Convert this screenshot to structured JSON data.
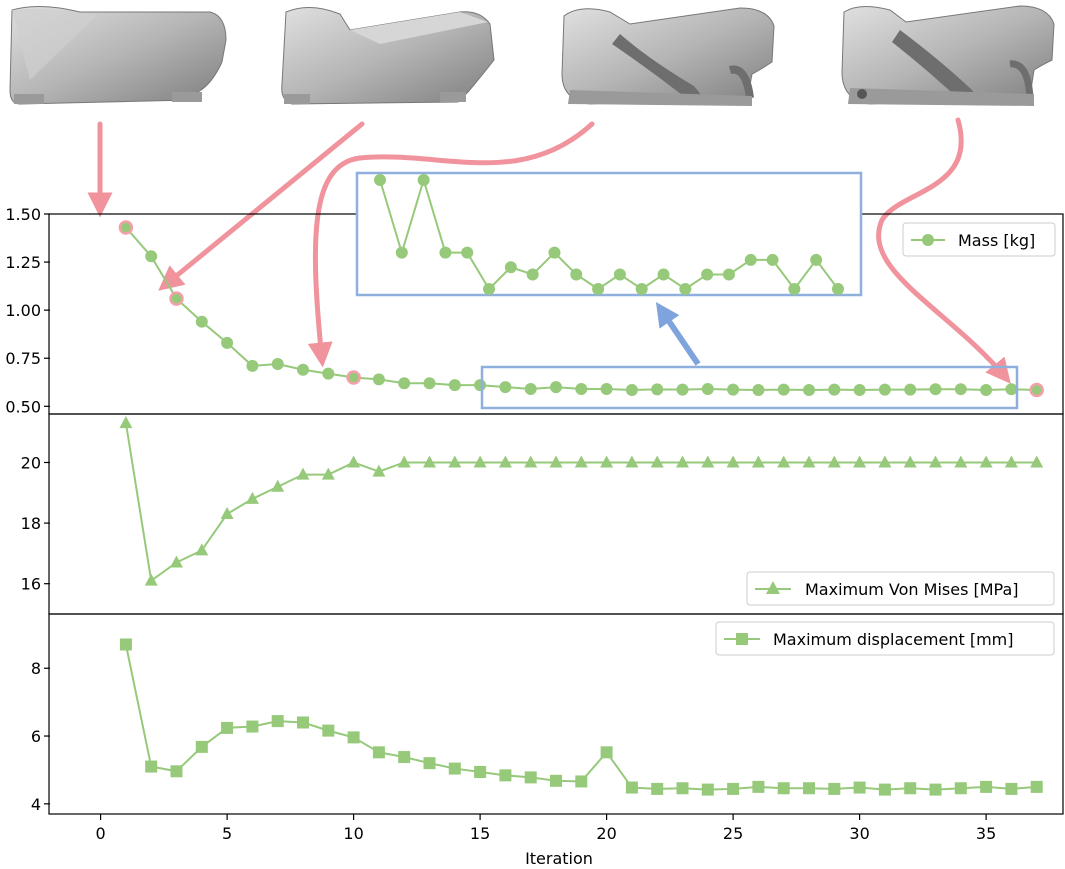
{
  "colors": {
    "series": "#96c97a",
    "highlight": "#f4a0a8",
    "arrow_red": "#f0939c",
    "zoom_box": "#8fb0dc",
    "zoom_arrow": "#7fa3dc",
    "axis": "#000000",
    "shape_fill": "#bdbdbd",
    "shape_shade": "#8a8a8a"
  },
  "icons": [
    "part-shape-initial",
    "part-shape-iter3",
    "part-shape-iter10",
    "part-shape-final"
  ],
  "chart_data": [
    {
      "type": "line",
      "marker": "circle",
      "xlim": [
        -2,
        38
      ],
      "ylim": [
        0.46,
        1.5
      ],
      "yticks": [
        "0.50",
        "0.75",
        "1.00",
        "1.25",
        "1.50"
      ],
      "ytick_values": [
        0.5,
        0.75,
        1.0,
        1.25,
        1.5
      ],
      "legend": "top-right",
      "series": [
        {
          "name": "Mass [kg]",
          "x": [
            1,
            2,
            3,
            4,
            5,
            6,
            7,
            8,
            9,
            10,
            11,
            12,
            13,
            14,
            15,
            16,
            17,
            18,
            19,
            20,
            21,
            22,
            23,
            24,
            25,
            26,
            27,
            28,
            29,
            30,
            31,
            32,
            33,
            34,
            35,
            36,
            37
          ],
          "values": [
            1.43,
            1.28,
            1.06,
            0.94,
            0.83,
            0.71,
            0.72,
            0.69,
            0.67,
            0.65,
            0.64,
            0.62,
            0.62,
            0.61,
            0.61,
            0.6,
            0.59,
            0.6,
            0.59,
            0.59,
            0.585,
            0.588,
            0.587,
            0.59,
            0.587,
            0.585,
            0.587,
            0.585,
            0.587,
            0.585,
            0.587,
            0.587,
            0.589,
            0.589,
            0.585,
            0.589,
            0.585
          ]
        }
      ],
      "highlighted_x": [
        1,
        3,
        10,
        37
      ],
      "zoom_range_x": [
        16,
        37
      ]
    },
    {
      "type": "line",
      "marker": "triangle",
      "xlim": [
        -2,
        38
      ],
      "ylim": [
        15.0,
        21.6
      ],
      "yticks": [
        "16",
        "18",
        "20"
      ],
      "ytick_values": [
        16,
        18,
        20
      ],
      "legend": "bottom-right",
      "series": [
        {
          "name": "Maximum Von Mises [MPa]",
          "x": [
            1,
            2,
            3,
            4,
            5,
            6,
            7,
            8,
            9,
            10,
            11,
            12,
            13,
            14,
            15,
            16,
            17,
            18,
            19,
            20,
            21,
            22,
            23,
            24,
            25,
            26,
            27,
            28,
            29,
            30,
            31,
            32,
            33,
            34,
            35,
            36,
            37
          ],
          "values": [
            21.3,
            16.1,
            16.7,
            17.1,
            18.3,
            18.8,
            19.2,
            19.6,
            19.6,
            20.0,
            19.7,
            20.0,
            20.0,
            20.0,
            20.0,
            20.0,
            20.0,
            20.0,
            20.0,
            20.0,
            20.0,
            20.0,
            20.0,
            20.0,
            20.0,
            20.0,
            20.0,
            20.0,
            20.0,
            20.0,
            20.0,
            20.0,
            20.0,
            20.0,
            20.0,
            20.0,
            20.0
          ]
        }
      ]
    },
    {
      "type": "line",
      "marker": "square",
      "xlim": [
        -2,
        38
      ],
      "ylim": [
        3.7,
        9.6
      ],
      "yticks": [
        "4",
        "6",
        "8"
      ],
      "ytick_values": [
        4,
        6,
        8
      ],
      "xticks": [
        "0",
        "5",
        "10",
        "15",
        "20",
        "25",
        "30",
        "35"
      ],
      "xtick_values": [
        0,
        5,
        10,
        15,
        20,
        25,
        30,
        35
      ],
      "xlabel": "Iteration",
      "legend": "top-right",
      "series": [
        {
          "name": "Maximum displacement [mm]",
          "x": [
            1,
            2,
            3,
            4,
            5,
            6,
            7,
            8,
            9,
            10,
            11,
            12,
            13,
            14,
            15,
            16,
            17,
            18,
            19,
            20,
            21,
            22,
            23,
            24,
            25,
            26,
            27,
            28,
            29,
            30,
            31,
            32,
            33,
            34,
            35,
            36,
            37
          ],
          "values": [
            8.7,
            5.1,
            4.96,
            5.68,
            6.24,
            6.28,
            6.44,
            6.4,
            6.16,
            5.96,
            5.52,
            5.38,
            5.2,
            5.04,
            4.94,
            4.84,
            4.78,
            4.68,
            4.66,
            5.52,
            4.48,
            4.44,
            4.46,
            4.42,
            4.44,
            4.5,
            4.46,
            4.46,
            4.44,
            4.48,
            4.42,
            4.46,
            4.42,
            4.46,
            4.5,
            4.44,
            4.5
          ]
        }
      ]
    }
  ]
}
